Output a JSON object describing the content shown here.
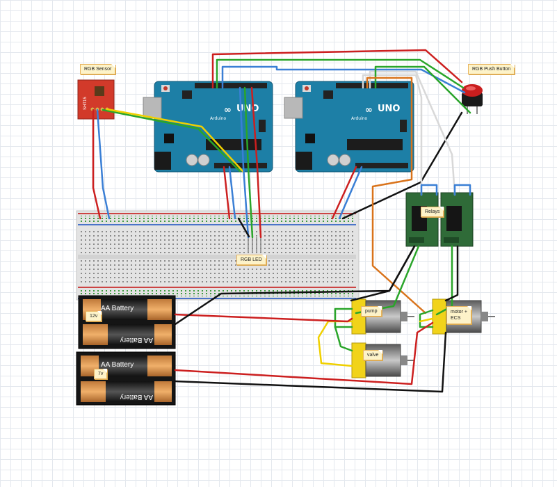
{
  "labels": {
    "rgb_sensor": "RGB Sensor",
    "sensor_chip": "SHT15",
    "rgb_push_button": "RGB Push Button",
    "relays": "Relays",
    "rgb_led": "RGB LED",
    "pump": "pump",
    "valve": "valve",
    "motor_ecs": "motor +\nECS",
    "battery_12v": "12v",
    "battery_7v": "7v",
    "aa_battery": "AA Battery",
    "board_brand": "UNO",
    "board_maker": "Arduino"
  },
  "colors": {
    "board": "#1d7fa6",
    "red_wire": "#cc1f1f",
    "green_wire": "#2aa52a",
    "blue_wire": "#3a7fd5",
    "black_wire": "#111111",
    "yellow_wire": "#f0d000",
    "orange_wire": "#d9731b",
    "white_wire": "#d8d8d8",
    "note_bg": "#fdf3c9",
    "relay_green": "#2f6b38",
    "motor_yellow": "#f1d31a"
  }
}
